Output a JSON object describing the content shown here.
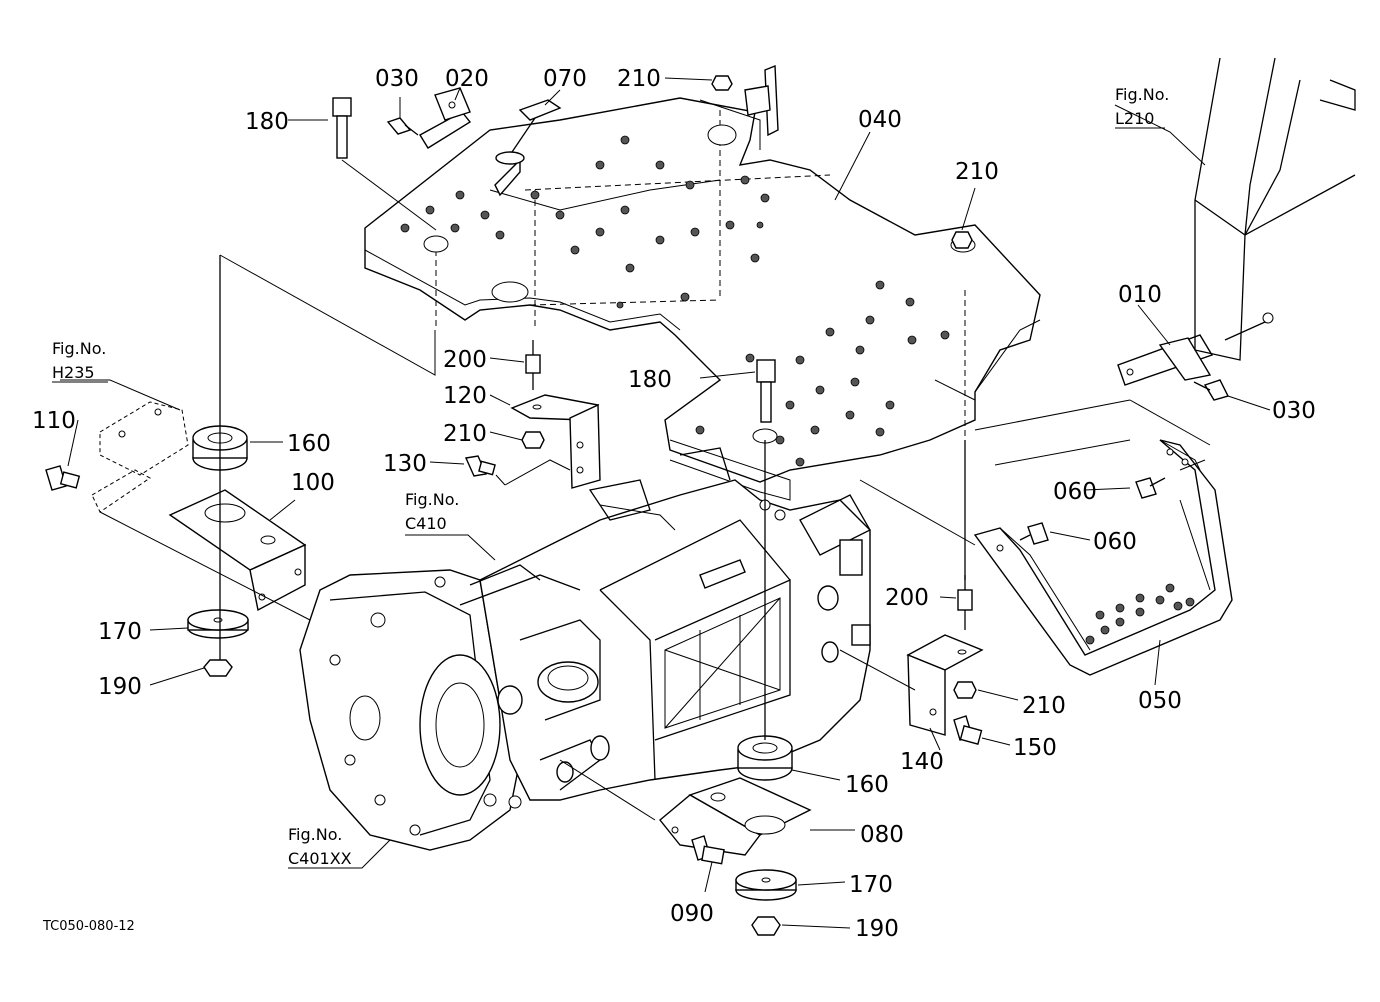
{
  "labels": {
    "p030a": "030",
    "p020": "020",
    "p070": "070",
    "p210a": "210",
    "p180a": "180",
    "p040": "040",
    "p210b": "210",
    "p010": "010",
    "p030b": "030",
    "p200a": "200",
    "p120": "120",
    "p210c": "210",
    "p130": "130",
    "p180b": "180",
    "p110": "110",
    "p160a": "160",
    "p100": "100",
    "p170a": "170",
    "p190a": "190",
    "p060a": "060",
    "p060b": "060",
    "p200b": "200",
    "p210d": "210",
    "p050": "050",
    "p140": "140",
    "p150": "150",
    "p160b": "160",
    "p080": "080",
    "p170b": "170",
    "p090": "090",
    "p190b": "190"
  },
  "refs": {
    "fig_caption": "Fig.No.",
    "l210": "L210",
    "h235": "H235",
    "c410": "C410",
    "c401xx": "C401XX"
  },
  "drawing_code": "TC050-080-12"
}
